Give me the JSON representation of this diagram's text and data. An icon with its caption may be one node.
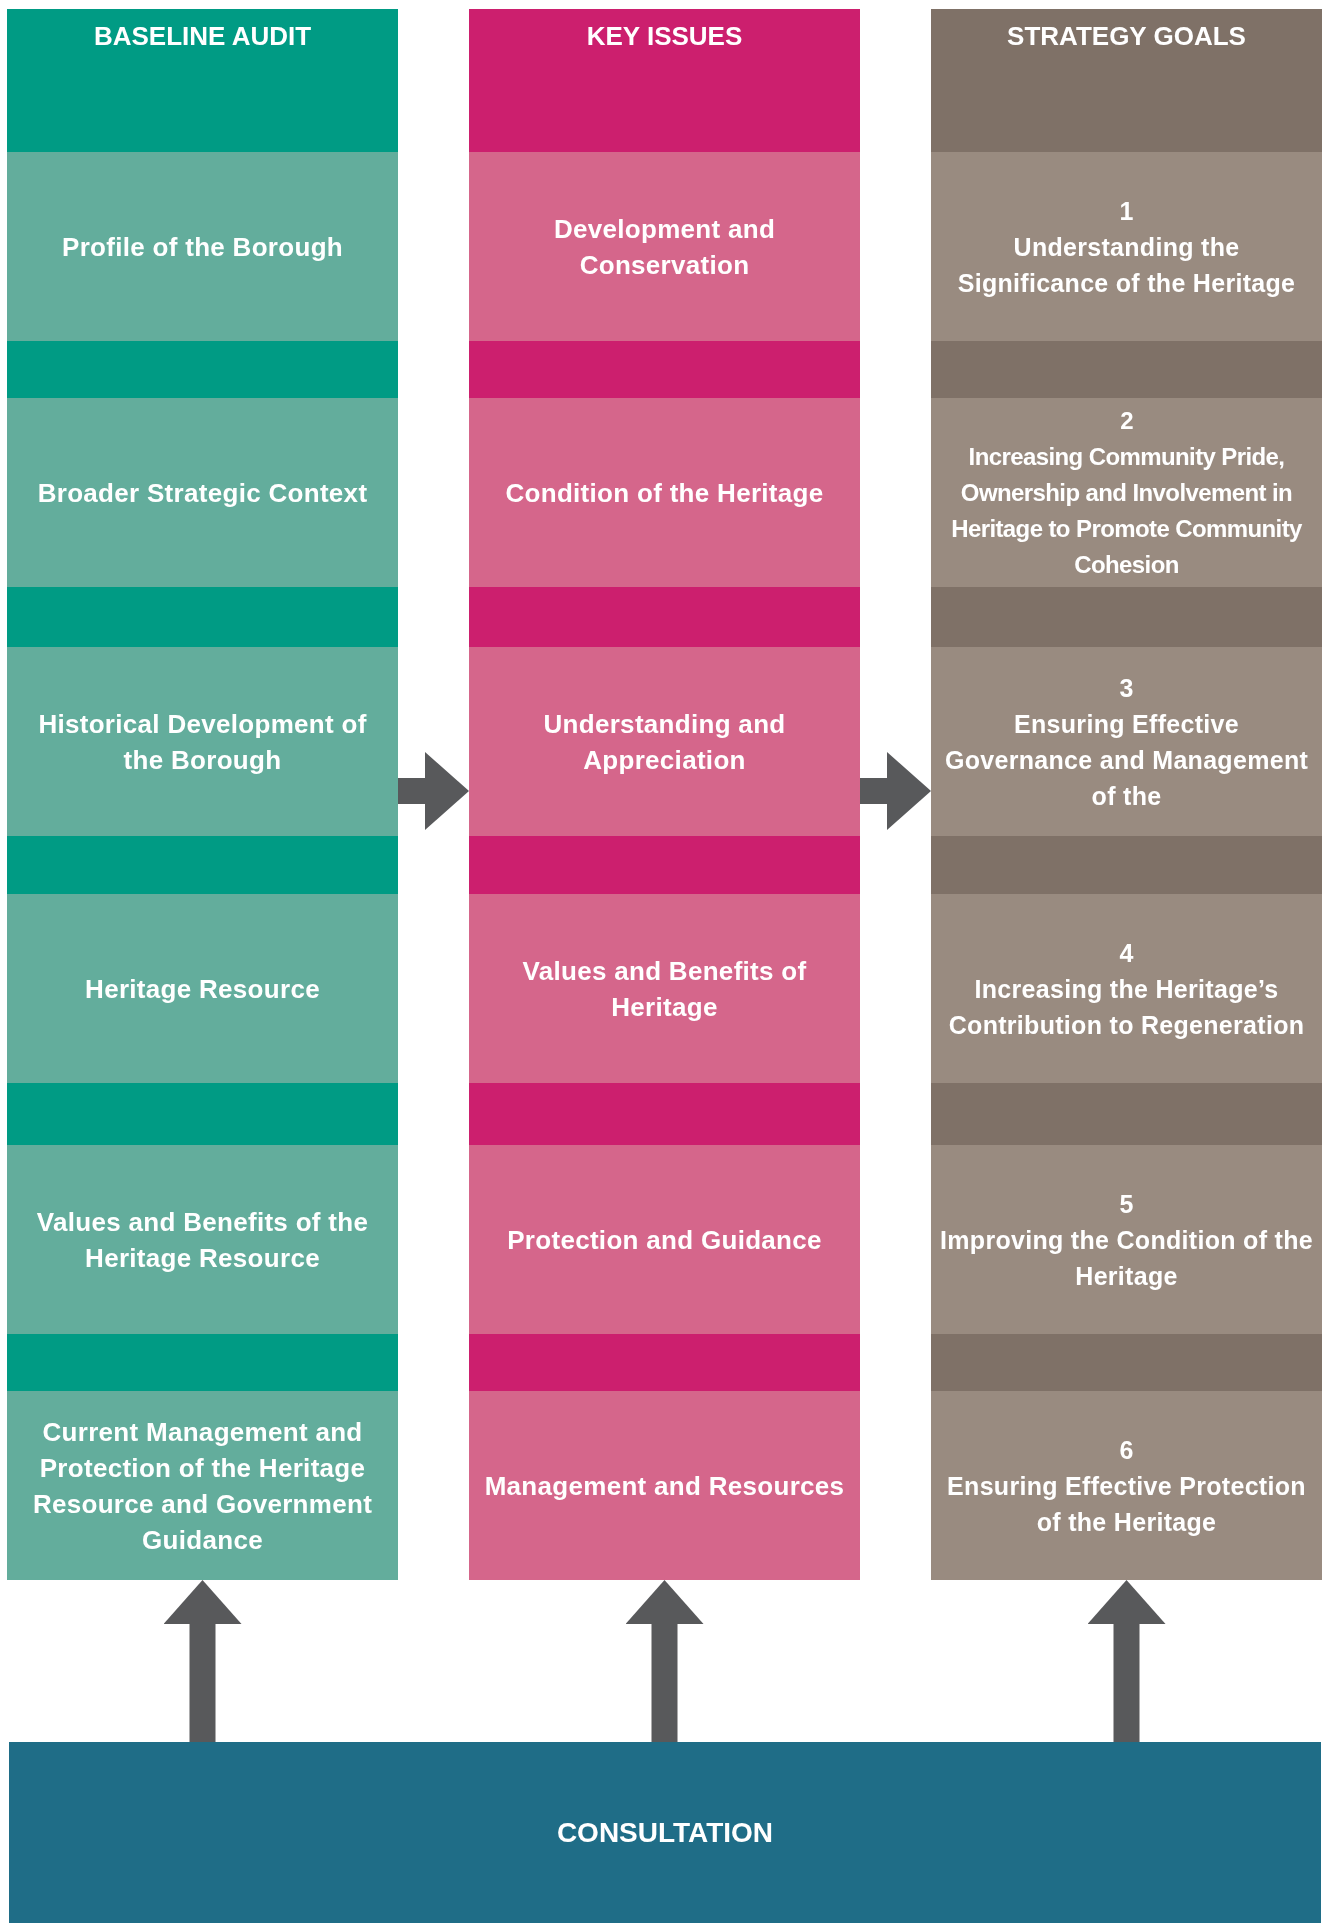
{
  "diagram": {
    "nodes": [
      {
        "text": [
          "BASELINE AUDIT"
        ]
      },
      {
        "text": [
          "Profile of the Borough"
        ],
        "in": 0
      },
      {
        "text": [
          "Broader Strategic Context"
        ],
        "in": 0
      },
      {
        "text": [
          "Historical Development of the Borough"
        ],
        "in": 0
      },
      {
        "text": [
          "Heritage Resource"
        ],
        "in": 0
      },
      {
        "text": [
          "Values and Benefits of the Heritage Resource"
        ],
        "in": 0
      },
      {
        "text": [
          "Current Management and Protection of the Heritage Resource and Government Guidance"
        ],
        "in": 0
      },
      {
        "text": [
          "KEY ISSUES"
        ]
      },
      {
        "text": [
          "Development and Conservation"
        ],
        "in": 7
      },
      {
        "text": [
          "Condition of the Heritage"
        ],
        "in": 7
      },
      {
        "text": [
          "Understanding and Appreciation"
        ],
        "in": 7
      },
      {
        "text": [
          "Values and Benefits of Heritage"
        ],
        "in": 7
      },
      {
        "text": [
          "Protection and Guidance"
        ],
        "in": 7
      },
      {
        "text": [
          "Management and Resources"
        ],
        "in": 7
      },
      {
        "text": [
          "STRATEGY GOALS"
        ]
      },
      {
        "text": [
          "1",
          "Understanding the Significance of the Heritage"
        ],
        "in": 14
      },
      {
        "text": [
          "2",
          "Increasing Community Pride, Ownership and Involvement in Heritage to Promote Community Cohesion"
        ],
        "in": 14
      },
      {
        "text": [
          "3",
          "Ensuring Effective Governance and Management of the"
        ],
        "in": 14
      },
      {
        "text": [
          "4",
          "Increasing the Heritage’s Contribution to Regeneration"
        ],
        "in": 14
      },
      {
        "text": [
          "5",
          "Improving the Condition of the Heritage"
        ],
        "in": 14
      },
      {
        "text": [
          "6",
          "Ensuring Effective Protection of the Heritage"
        ],
        "in": 14
      },
      {
        "text": [
          "CONSULTATION"
        ]
      }
    ],
    "edges": [
      {
        "from": 0,
        "to": 7,
        "arrow": "to"
      },
      {
        "from": 7,
        "to": 14,
        "arrow": "to"
      },
      {
        "from": 21,
        "to": 0,
        "arrow": "to"
      },
      {
        "from": 21,
        "to": 7,
        "arrow": "to"
      },
      {
        "from": 21,
        "to": 14,
        "arrow": "to"
      }
    ]
  }
}
